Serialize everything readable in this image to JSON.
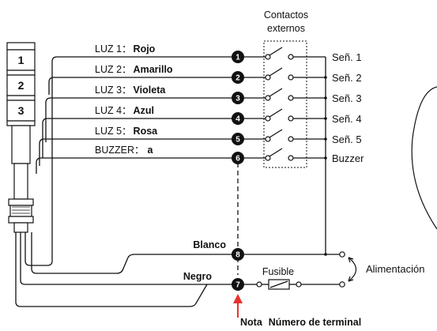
{
  "tower": {
    "tiers": [
      "1",
      "2",
      "3"
    ]
  },
  "contacts_header": {
    "line1": "Contactos",
    "line2": "externos"
  },
  "circuits": [
    {
      "label": "LUZ 1：",
      "color_name": "Rojo",
      "color": "#e8322d",
      "terminal": "1",
      "signal": "Señ. 1"
    },
    {
      "label": "LUZ 2：",
      "color_name": "Amarillo",
      "color": "#f5c200",
      "terminal": "2",
      "signal": "Señ. 2"
    },
    {
      "label": "LUZ 3：",
      "color_name": "Violeta",
      "color": "#5a4ea8",
      "terminal": "3",
      "signal": "Señ. 3"
    },
    {
      "label": "LUZ 4：",
      "color_name": "Azul",
      "color": "#1f5cc8",
      "terminal": "4",
      "signal": "Señ. 4"
    },
    {
      "label": "LUZ 5：",
      "color_name": "Rosa",
      "color": "#e0569c",
      "terminal": "5",
      "signal": "Señ. 5"
    },
    {
      "label": "BUZZER：",
      "color_name": "a",
      "color": "#8b3a10",
      "terminal": "6",
      "signal": "Buzzer"
    }
  ],
  "power": {
    "white_label": "Blanco",
    "white_terminal": "8",
    "black_label": "Negro",
    "black_terminal": "7",
    "fuse_label": "Fusible",
    "supply_label": "Alimentación"
  },
  "note": {
    "prefix": "Nota",
    "text": "Número de terminal",
    "arrow_color": "#e8322d"
  }
}
